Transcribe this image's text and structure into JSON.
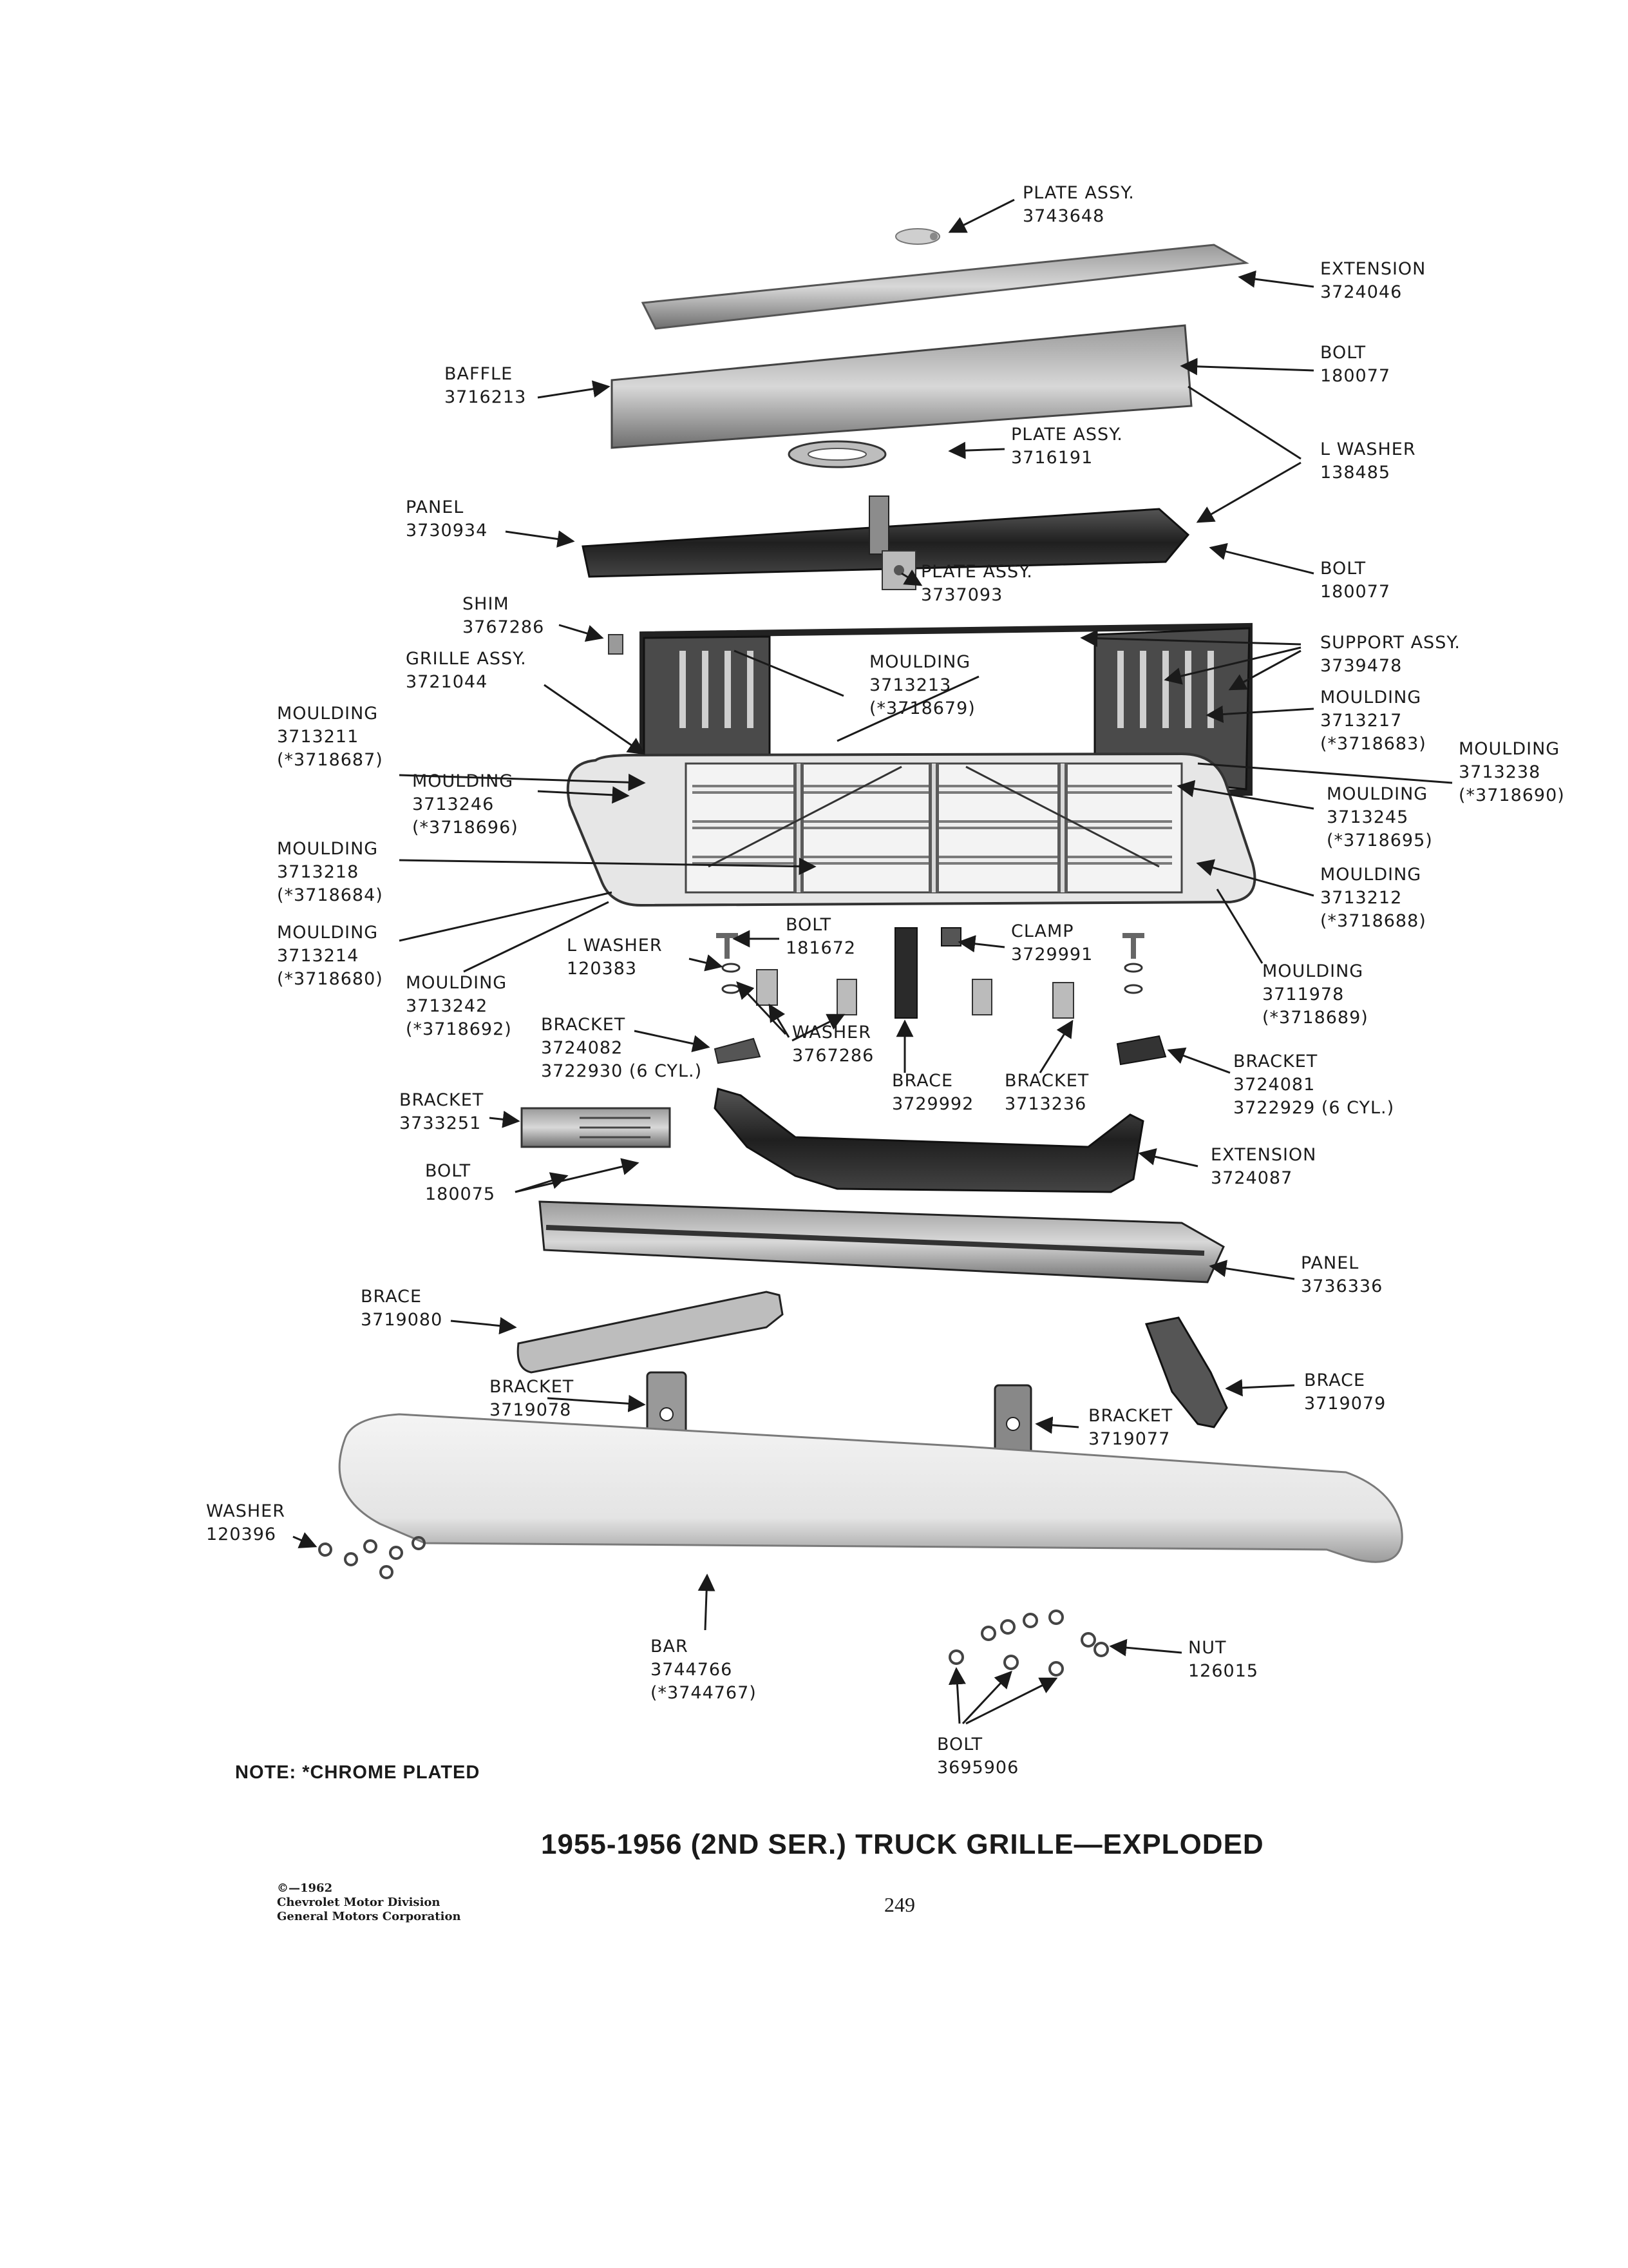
{
  "labels": [
    {
      "name": "label-plate-assy-3743648",
      "lines": [
        "PLATE ASSY.",
        "3743648"
      ]
    },
    {
      "name": "label-extension-3724046",
      "lines": [
        "EXTENSION",
        "3724046"
      ]
    },
    {
      "name": "label-baffle-3716213",
      "lines": [
        "BAFFLE",
        "3716213"
      ]
    },
    {
      "name": "label-bolt-180077-upper",
      "lines": [
        "BOLT",
        "180077"
      ]
    },
    {
      "name": "label-plate-assy-3716191",
      "lines": [
        "PLATE ASSY.",
        "3716191"
      ]
    },
    {
      "name": "label-l-washer-138485",
      "lines": [
        "L WASHER",
        "138485"
      ]
    },
    {
      "name": "label-panel-3730934",
      "lines": [
        "PANEL",
        "3730934"
      ]
    },
    {
      "name": "label-plate-assy-3737093",
      "lines": [
        "PLATE ASSY.",
        "3737093"
      ]
    },
    {
      "name": "label-bolt-180077-lower",
      "lines": [
        "BOLT",
        "180077"
      ]
    },
    {
      "name": "label-shim-3767286",
      "lines": [
        "SHIM",
        "3767286"
      ]
    },
    {
      "name": "label-support-assy-3739478",
      "lines": [
        "SUPPORT ASSY.",
        "3739478"
      ]
    },
    {
      "name": "label-grille-assy-3721044",
      "lines": [
        "GRILLE ASSY.",
        "3721044"
      ]
    },
    {
      "name": "label-moulding-3713213",
      "lines": [
        "MOULDING",
        "3713213",
        "(*3718679)"
      ]
    },
    {
      "name": "label-moulding-3713217",
      "lines": [
        "MOULDING",
        "3713217",
        "(*3718683)"
      ]
    },
    {
      "name": "label-moulding-3713211",
      "lines": [
        "MOULDING",
        "3713211",
        "(*3718687)"
      ]
    },
    {
      "name": "label-moulding-3713238",
      "lines": [
        "MOULDING",
        "3713238",
        "(*3718690)"
      ]
    },
    {
      "name": "label-moulding-3713246",
      "lines": [
        "MOULDING",
        "3713246",
        "(*3718696)"
      ]
    },
    {
      "name": "label-moulding-3713245",
      "lines": [
        "MOULDING",
        "3713245",
        "(*3718695)"
      ]
    },
    {
      "name": "label-moulding-3713218",
      "lines": [
        "MOULDING",
        "3713218",
        "(*3718684)"
      ]
    },
    {
      "name": "label-moulding-3713212",
      "lines": [
        "MOULDING",
        "3713212",
        "(*3718688)"
      ]
    },
    {
      "name": "label-moulding-3713214",
      "lines": [
        "MOULDING",
        "3713214",
        "(*3718680)"
      ]
    },
    {
      "name": "label-bolt-181672",
      "lines": [
        "BOLT",
        "181672"
      ]
    },
    {
      "name": "label-clamp-3729991",
      "lines": [
        "CLAMP",
        "3729991"
      ]
    },
    {
      "name": "label-l-washer-120383",
      "lines": [
        "L WASHER",
        "120383"
      ]
    },
    {
      "name": "label-moulding-3713242",
      "lines": [
        "MOULDING",
        "3713242",
        "(*3718692)"
      ]
    },
    {
      "name": "label-moulding-3711978",
      "lines": [
        "MOULDING",
        "3711978",
        "(*3718689)"
      ]
    },
    {
      "name": "label-bracket-3724082",
      "lines": [
        "BRACKET",
        "3724082",
        "3722930 (6 CYL.)"
      ]
    },
    {
      "name": "label-washer-3767286",
      "lines": [
        "WASHER",
        "3767286"
      ]
    },
    {
      "name": "label-brace-3729992",
      "lines": [
        "BRACE",
        "3729992"
      ]
    },
    {
      "name": "label-bracket-3713236",
      "lines": [
        "BRACKET",
        "3713236"
      ]
    },
    {
      "name": "label-bracket-3724081",
      "lines": [
        "BRACKET",
        "3724081",
        "3722929 (6 CYL.)"
      ]
    },
    {
      "name": "label-bracket-3733251",
      "lines": [
        "BRACKET",
        "3733251"
      ]
    },
    {
      "name": "label-extension-3724087",
      "lines": [
        "EXTENSION",
        "3724087"
      ]
    },
    {
      "name": "label-bolt-180075",
      "lines": [
        "BOLT",
        "180075"
      ]
    },
    {
      "name": "label-panel-3736336",
      "lines": [
        "PANEL",
        "3736336"
      ]
    },
    {
      "name": "label-brace-3719080",
      "lines": [
        "BRACE",
        "3719080"
      ]
    },
    {
      "name": "label-brace-3719079",
      "lines": [
        "BRACE",
        "3719079"
      ]
    },
    {
      "name": "label-bracket-3719078",
      "lines": [
        "BRACKET",
        "3719078"
      ]
    },
    {
      "name": "label-bracket-3719077",
      "lines": [
        "BRACKET",
        "3719077"
      ]
    },
    {
      "name": "label-washer-120396",
      "lines": [
        "WASHER",
        "120396"
      ]
    },
    {
      "name": "label-bar-3744766",
      "lines": [
        "BAR",
        "3744766",
        "(*3744767)"
      ]
    },
    {
      "name": "label-nut-126015",
      "lines": [
        "NUT",
        "126015"
      ]
    },
    {
      "name": "label-bolt-3695906",
      "lines": [
        "BOLT",
        "3695906"
      ]
    }
  ],
  "note": "NOTE: *CHROME PLATED",
  "title": "1955-1956 (2ND SER.) TRUCK GRILLE—EXPLODED",
  "copyright": [
    "©—1962",
    "Chevrolet Motor Division",
    "General Motors Corporation"
  ],
  "page_number": "249"
}
